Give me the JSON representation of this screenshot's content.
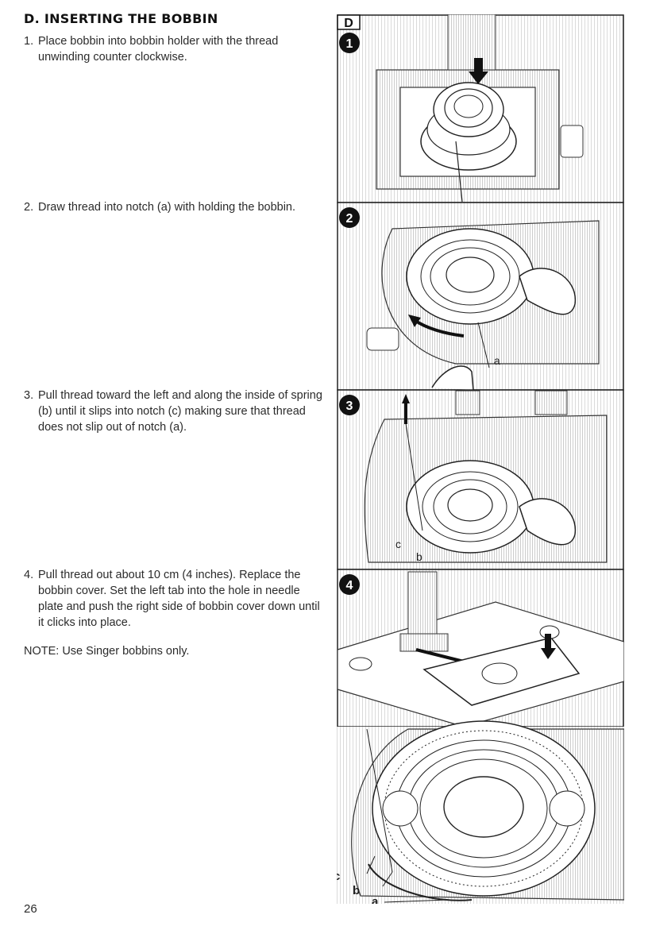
{
  "heading": "D. INSERTING THE BOBBIN",
  "steps": [
    {
      "num": "1.",
      "text": "Place bobbin into bobbin holder with the thread unwinding counter clockwise."
    },
    {
      "num": "2.",
      "text": "Draw thread into notch (a) with holding the bobbin."
    },
    {
      "num": "3.",
      "text": "Pull thread toward the left and along the inside of spring (b) until it slips into notch (c) making sure that thread does not slip out of notch (a)."
    },
    {
      "num": "4.",
      "text": "Pull thread out about 10 cm (4 inches). Replace the bobbin cover. Set the left tab into the hole in needle plate and push the right side of bobbin cover down until it clicks into place."
    }
  ],
  "note": "NOTE: Use Singer bobbins only.",
  "page_number": "26",
  "figure": {
    "section_letter": "D",
    "panel_numbers": [
      "1",
      "2",
      "3",
      "4"
    ],
    "labels": {
      "a": "a",
      "b": "b",
      "c": "c"
    }
  }
}
